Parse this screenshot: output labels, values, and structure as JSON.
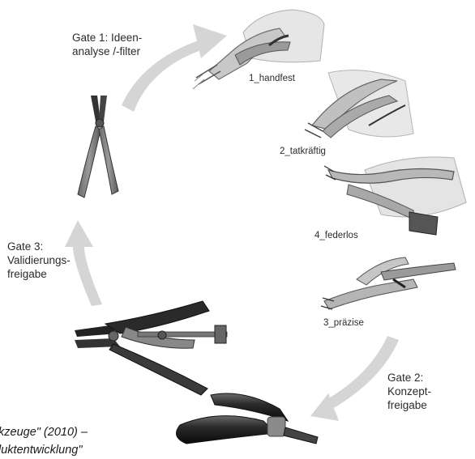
{
  "gates": {
    "gate1": "Gate 1: Ideen-\nanalyse /-filter",
    "gate2": "Gate 2:\nKonzept-\nfreigabe",
    "gate3": "Gate 3:\nValidierungs-\nfreigabe"
  },
  "concepts": {
    "c1": "1_handfest",
    "c2": "2_tatkräftig",
    "c4": "4_federlos",
    "c3": "3_präzise"
  },
  "footer": {
    "line1": "kzeuge\" (2010) –",
    "line2": "luktentwicklung\""
  },
  "colors": {
    "arrow": "#d5d5d5",
    "text": "#2b2b2b",
    "sketch": "#8a8a8a"
  }
}
